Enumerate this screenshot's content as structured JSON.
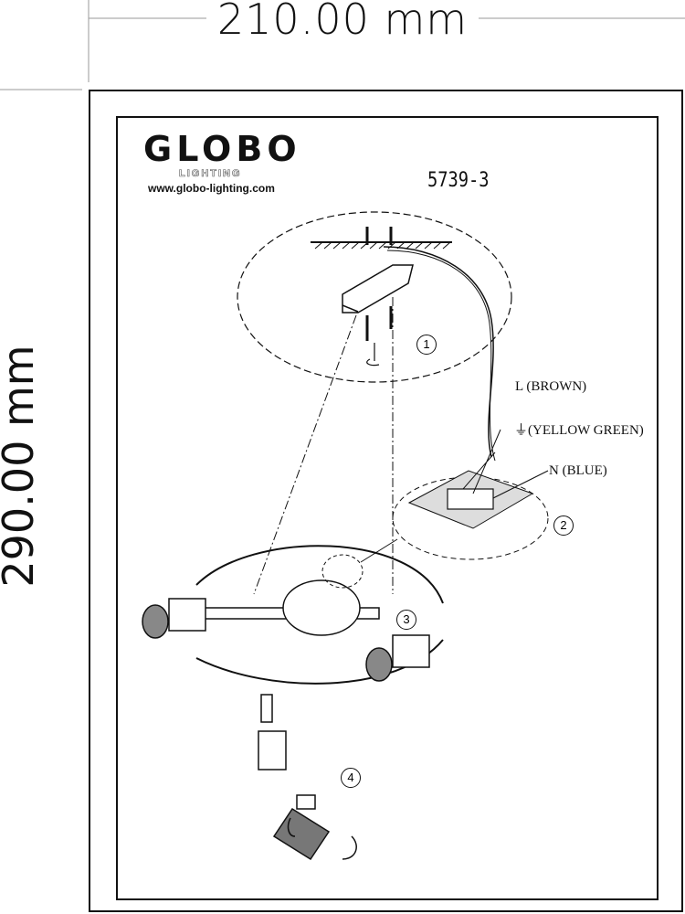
{
  "dimensions": {
    "width_label": "210.00 mm",
    "height_label": "290.00 mm"
  },
  "brand": {
    "name": "GLOBO",
    "sub": "LIGHTING",
    "url": "www.globo-lighting.com"
  },
  "model_number": "5739-3",
  "wiring": {
    "live": "L  (BROWN)",
    "earth": "(YELLOW GREEN)",
    "neutral": "N (BLUE)"
  },
  "steps": [
    "1",
    "2",
    "3",
    "4"
  ]
}
